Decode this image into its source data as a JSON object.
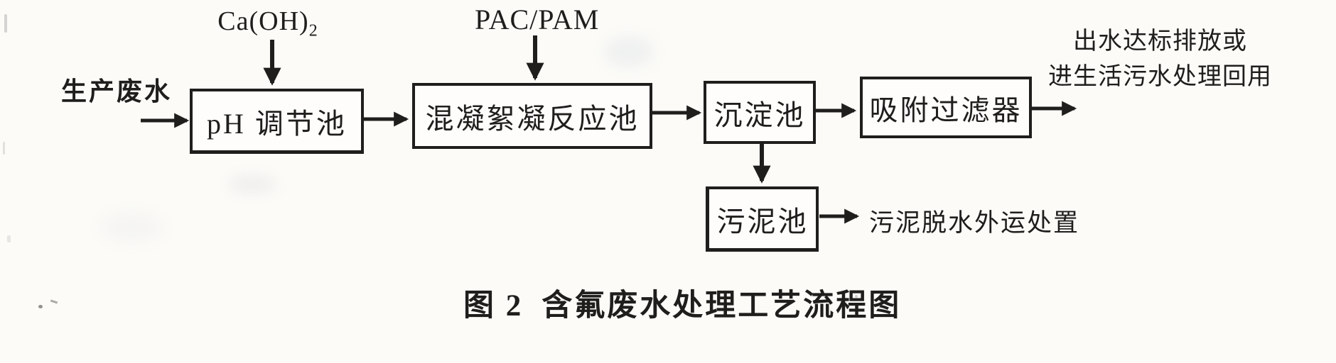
{
  "figure": {
    "caption_prefix": "图 2",
    "caption_text": "含氟废水处理工艺流程图"
  },
  "diagram": {
    "feed_label": "生产废水",
    "reagents": {
      "caoh2_base": "Ca(OH)",
      "caoh2_sub": "2",
      "pacpam": "PAC/PAM"
    },
    "nodes": {
      "ph_tank": "pH 调节池",
      "coagulation_tank": "混凝絮凝反应池",
      "sedimentation_tank": "沉淀池",
      "adsorption_filter": "吸附过滤器",
      "sludge_tank": "污泥池"
    },
    "outputs": {
      "effluent_line1": "出水达标排放或",
      "effluent_line2": "进生活污水处理回用",
      "sludge_disposal": "污泥脱水外运处置"
    },
    "edges": [
      {
        "from": "feed",
        "to": "ph_tank"
      },
      {
        "from": "caoh2",
        "to": "ph_tank"
      },
      {
        "from": "ph_tank",
        "to": "coagulation_tank"
      },
      {
        "from": "pacpam",
        "to": "coagulation_tank"
      },
      {
        "from": "coagulation_tank",
        "to": "sedimentation_tank"
      },
      {
        "from": "sedimentation_tank",
        "to": "adsorption_filter"
      },
      {
        "from": "adsorption_filter",
        "to": "effluent"
      },
      {
        "from": "sedimentation_tank",
        "to": "sludge_tank"
      },
      {
        "from": "sludge_tank",
        "to": "sludge_disposal"
      }
    ],
    "colors": {
      "ink": "#1f1e1c",
      "paper": "#fcfbf8"
    }
  }
}
